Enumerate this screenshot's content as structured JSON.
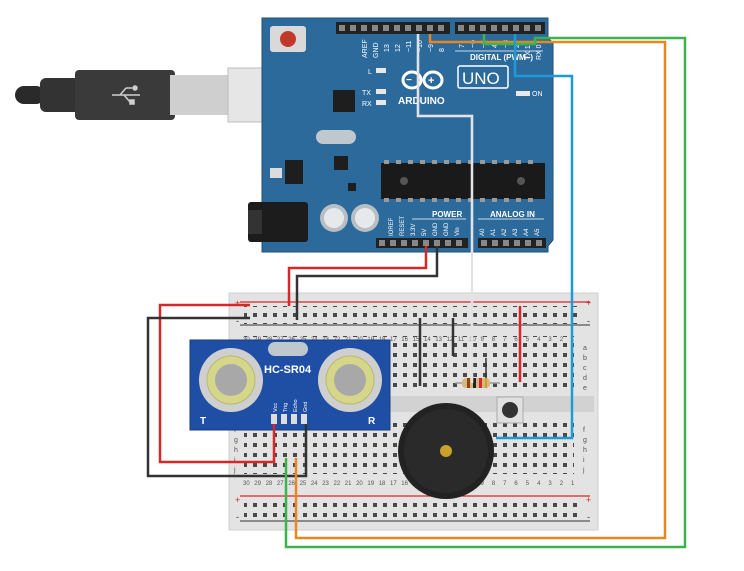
{
  "arduino": {
    "brand": "ARDUINO",
    "model": "UNO",
    "digital_label": "DIGITAL (PWM~)",
    "power_label": "POWER",
    "analog_label": "ANALOG IN",
    "on_label": "ON",
    "led_l": "L",
    "led_tx": "TX",
    "led_rx": "RX",
    "pins_top_left": [
      "AREF",
      "GND",
      "13",
      "12",
      "~11",
      "~10",
      "~9",
      "8"
    ],
    "pins_top_right": [
      "7",
      "~6",
      "~5",
      "4",
      "~3",
      "2",
      "TX 1",
      "RX 0"
    ],
    "power_pins": [
      "IOREF",
      "RESET",
      "3.3V",
      "5V",
      "GND",
      "GND",
      "Vin"
    ],
    "analog_pins": [
      "A0",
      "A1",
      "A2",
      "A3",
      "A4",
      "A5"
    ]
  },
  "sensor": {
    "label": "HC-SR04",
    "t_label": "T",
    "r_label": "R",
    "pins": [
      "Vcc",
      "Trig",
      "Echo",
      "Gnd"
    ]
  },
  "breadboard": {
    "row_letters_top": [
      "a",
      "b",
      "c",
      "d",
      "e"
    ],
    "row_letters_bottom": [
      "f",
      "g",
      "h",
      "i",
      "j"
    ],
    "columns": [
      "30",
      "29",
      "28",
      "27",
      "26",
      "25",
      "24",
      "23",
      "22",
      "21",
      "20",
      "19",
      "18",
      "17",
      "16",
      "15",
      "14",
      "13",
      "12",
      "11",
      "10",
      "9",
      "8",
      "7",
      "6",
      "5",
      "4",
      "3",
      "2",
      "1"
    ],
    "plus": "+",
    "minus": "-"
  },
  "colors": {
    "board": "#2c6a9c",
    "wire_red": "#d62828",
    "wire_black": "#333333",
    "wire_green": "#3cb44b",
    "wire_orange": "#e8871e",
    "wire_blue": "#1e9bd7",
    "wire_white": "#f2f2f2"
  }
}
